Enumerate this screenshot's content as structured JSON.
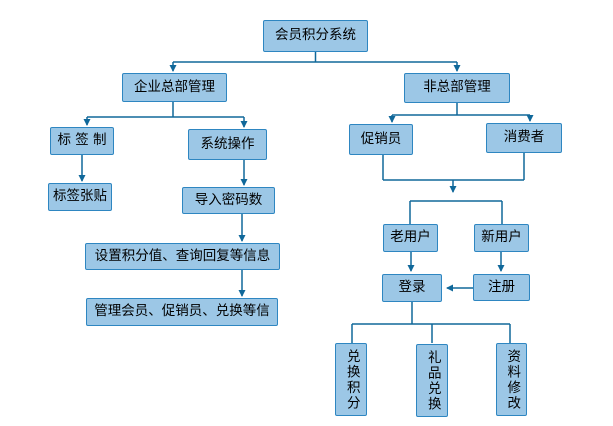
{
  "diagram": {
    "type": "flowchart",
    "colors": {
      "node_fill": "#9cc7e6",
      "node_border": "#2e86c1",
      "connector": "#10689a",
      "text": "#000000",
      "background": "#ffffff"
    },
    "nodes": {
      "root": "会员积分系统",
      "hq_management": "企业总部管理",
      "non_hq_management": "非总部管理",
      "label_making": "标 签 制",
      "system_operation": "系统操作",
      "label_posting": "标签张贴",
      "import_password": "导入密码数",
      "set_points_info": "设置积分值、查询回复等信息",
      "manage_members_info": "管理会员、促销员、兑换等信",
      "promoter": "促销员",
      "consumer": "消费者",
      "old_user": "老用户",
      "new_user": "新用户",
      "login": "登录",
      "register": "注册",
      "exchange_points": "兑换积分",
      "gift_exchange": "礼品兑换",
      "profile_modify": "资料修改"
    }
  }
}
